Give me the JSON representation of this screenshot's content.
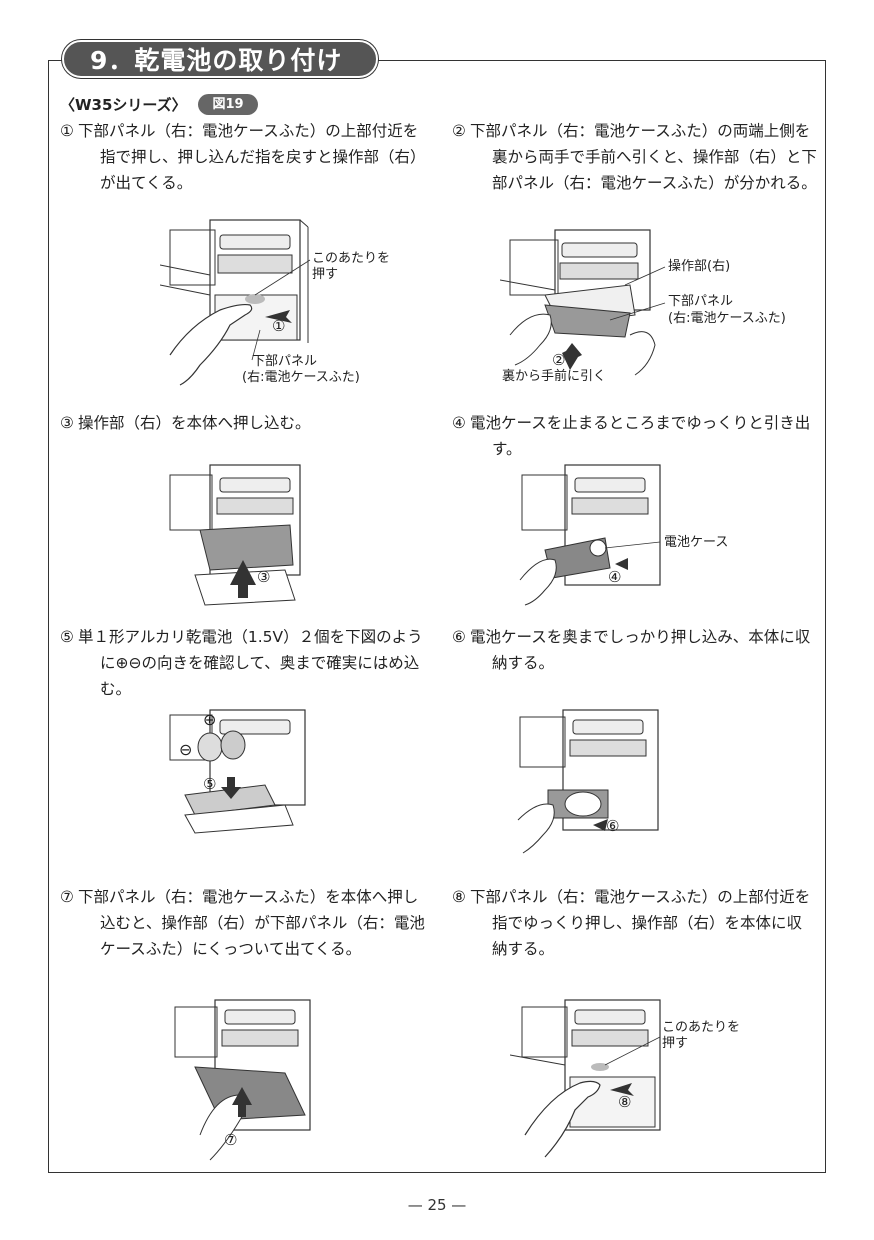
{
  "section": {
    "title": "9．乾電池の取り付け"
  },
  "series": {
    "label": "〈W35シリーズ〉",
    "figure": "図19"
  },
  "steps": [
    {
      "num": "①",
      "text": "下部パネル（右：電池ケースふた）の上部付近を指で押し、押し込んだ指を戻すと操作部（右）が出てくる。"
    },
    {
      "num": "②",
      "text": "下部パネル（右：電池ケースふた）の両端上側を裏から両手で手前へ引くと、操作部（右）と下部パネル（右：電池ケースふた）が分かれる。"
    },
    {
      "num": "③",
      "text": "操作部（右）を本体へ押し込む。"
    },
    {
      "num": "④",
      "text": "電池ケースを止まるところまでゆっくりと引き出す。"
    },
    {
      "num": "⑤",
      "text": "単１形アルカリ乾電池（1.5V）２個を下図のように⊕⊖の向きを確認して、奥まで確実にはめ込む。"
    },
    {
      "num": "⑥",
      "text": "電池ケースを奥までしっかり押し込み、本体に収納する。"
    },
    {
      "num": "⑦",
      "text": "下部パネル（右：電池ケースふた）を本体へ押し込むと、操作部（右）が下部パネル（右：電池ケースふた）にくっついて出てくる。"
    },
    {
      "num": "⑧",
      "text": "下部パネル（右：電池ケースふた）の上部付近を指でゆっくり押し、操作部（右）を本体に収納する。"
    }
  ],
  "figures": {
    "f1": {
      "press": "このあたりを",
      "press2": "押す",
      "panel": "下部パネル",
      "panel2": "(右:電池ケースふた)",
      "marker": "①"
    },
    "f2": {
      "op": "操作部(右)",
      "panel": "下部パネル",
      "panel2": "(右:電池ケースふた)",
      "pull": "裏から手前に引く",
      "marker": "②"
    },
    "f3": {
      "marker": "③"
    },
    "f4": {
      "case": "電池ケース",
      "marker": "④"
    },
    "f5": {
      "marker": "⑤",
      "plus": "⊕",
      "minus": "⊖"
    },
    "f6": {
      "marker": "⑥"
    },
    "f7": {
      "marker": "⑦"
    },
    "f8": {
      "press": "このあたりを",
      "press2": "押す",
      "marker": "⑧"
    }
  },
  "page": {
    "number": "— 25 —"
  }
}
